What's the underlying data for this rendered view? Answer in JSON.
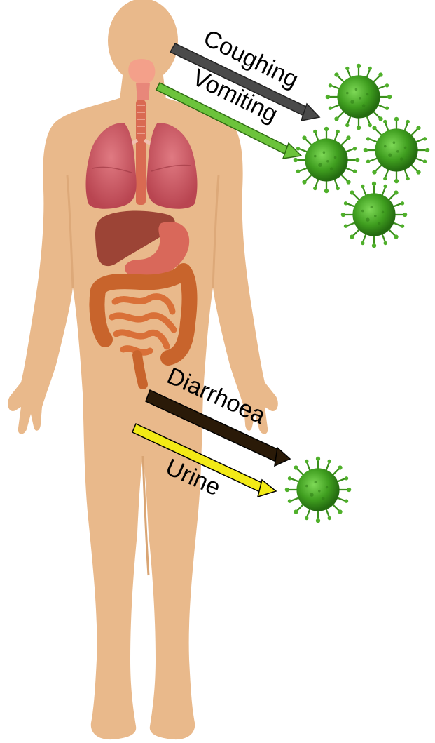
{
  "diagram": {
    "labels": {
      "coughing": "Coughing",
      "vomiting": "Vomiting",
      "diarrhoea": "Diarrhoea",
      "urine": "Urine"
    },
    "colors": {
      "skin": "#e9b98b",
      "skin_shade": "#dda979",
      "lung": "#c9525c",
      "liver": "#9c4436",
      "stomach": "#d9685a",
      "intestine": "#c8642c",
      "virus": "#3f9e1f",
      "arrow_coughing": "#4a4a4a",
      "arrow_vomiting": "#6cc33b",
      "arrow_diarrhoea": "#2a1a08",
      "arrow_urine": "#f2ea16"
    }
  }
}
